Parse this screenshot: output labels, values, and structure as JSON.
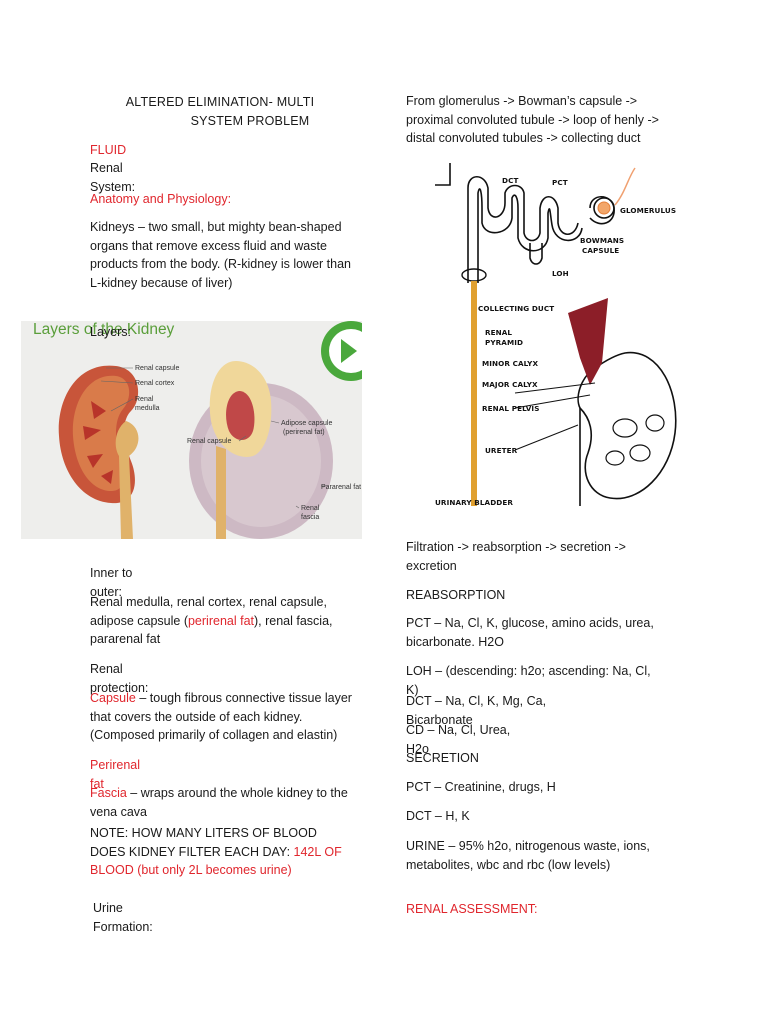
{
  "title": {
    "line1": "ALTERED ELIMINATION- MULTI",
    "line2": "SYSTEM PROBLEM"
  },
  "left": {
    "fluid_heading": "FLUID",
    "renal_system": "Renal System:",
    "anatomy_heading": "Anatomy and Physiology:",
    "kidneys_text": "Kidneys – two small, but mighty bean-shaped organs that remove excess fluid and waste  products from the body. (R-kidney is lower  than L-kidney because of liver)",
    "layers_label": "Layers:",
    "inner_outer_label": "Inner to outer:",
    "layers_list_a": "Renal medulla, renal cortex, renal capsule,  adipose capsule (",
    "layers_list_red": "perirenal fat",
    "layers_list_b": "), renal fascia, pararenal fat",
    "protection_label": "Renal protection:",
    "capsule_term": "Capsule",
    "capsule_text": " – tough fibrous connective tissue layer that covers the outside of each kidney.  (Composed primarily of collagen and elastin)",
    "perirenal_term": "Perirenal fat",
    "fascia_term": "Fascia",
    "fascia_text": " – wraps around the whole kidney to the vena cava",
    "note_a": "NOTE: HOW MANY LITERS OF BLOOD DOES  KIDNEY FILTER EACH DAY: ",
    "note_red": "142L OF BLOOD (but  only 2L becomes urine)",
    "urine_formation": "Urine Formation:"
  },
  "right": {
    "pathway": "From glomerulus -> Bowman’s capsule -> proximal convoluted tubule -> loop of henly -> distal convoluted tubules -> collecting duct",
    "process": "Filtration -> reabsorption -> secretion ->  excretion",
    "reabsorption_heading": "REABSORPTION",
    "reab_pct": "PCT – Na, Cl, K, glucose, amino acids, urea, bicarbonate. H2O",
    "reab_loh": "LOH – (descending: h2o; ascending: Na, Cl, K)",
    "reab_dct": "DCT – Na, Cl, K, Mg, Ca, Bicarbonate",
    "reab_cd": "CD – Na, Cl, Urea, H2o",
    "secretion_heading": "SECRETION",
    "sec_pct": "PCT – Creatinine, drugs, H",
    "sec_dct": "DCT – H, K",
    "urine_text": "URINE – 95% h2o, nitrogenous waste, ions, metabolites, wbc and rbc (low levels)",
    "assessment_heading": "RENAL ASSESSMENT:"
  },
  "figure1": {
    "title": "Layers of the Kidney",
    "labels": [
      "Renal capsule",
      "Renal cortex",
      "Renal medulla",
      "Renal capsule",
      "Adipose capsule (perirenal fat)",
      "Pararenal fat",
      "Renal fascia"
    ]
  },
  "figure2": {
    "labels": [
      "DCT",
      "PCT",
      "GLOMERULUS",
      "BOWMANS CAPSULE",
      "LOH",
      "COLLECTING DUCT",
      "RENAL PYRAMID",
      "MINOR CALYX",
      "MAJOR CALYX",
      "RENAL PELVIS",
      "URETER",
      "URINARY BLADDER"
    ]
  },
  "colors": {
    "accent_red": "#e0262d",
    "figure_green": "#5a9e3a"
  }
}
